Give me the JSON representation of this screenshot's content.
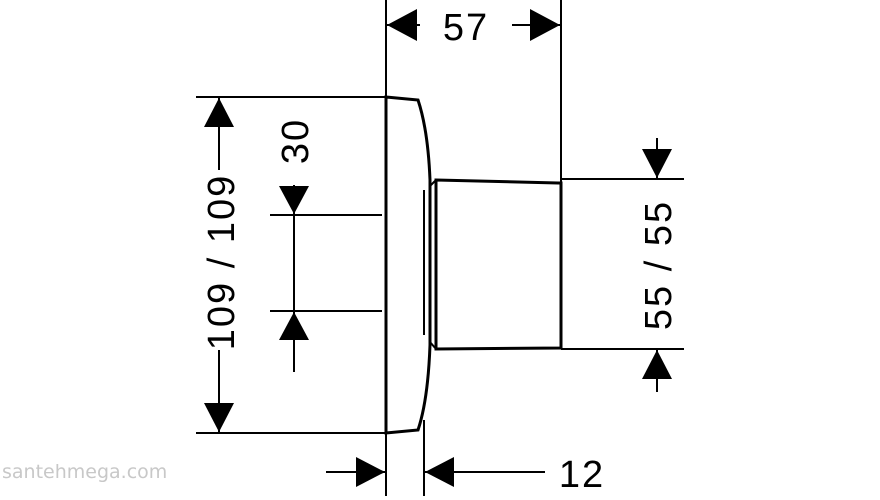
{
  "dimensions": {
    "top_width": "57",
    "bottom_depth": "12",
    "left_height": "109 / 109",
    "inner_height": "30",
    "right_height": "55 / 55"
  },
  "watermark": "santehmega.com"
}
